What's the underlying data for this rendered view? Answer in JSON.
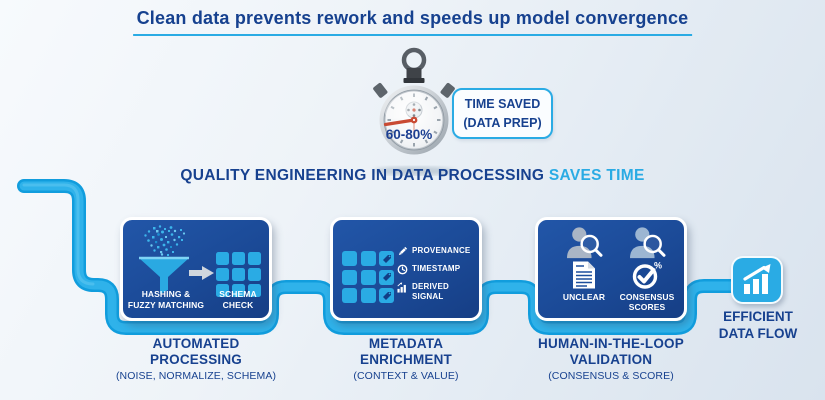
{
  "title": "Clean data prevents rework and speeds up model convergence",
  "subtitle": {
    "main": "QUALITY ENGINEERING IN DATA PROCESSING",
    "highlight": "SAVES TIME"
  },
  "stopwatch": {
    "value": "60-80%",
    "callout": "TIME SAVED\n(DATA PREP)"
  },
  "stages": [
    {
      "caption": "AUTOMATED\nPROCESSING",
      "subcaption": "(NOISE, NORMALIZE, SCHEMA)",
      "icon_labels": [
        "HASHING &\nFUZZY MATCHING",
        "SCHEMA\nCHECK"
      ]
    },
    {
      "caption": "METADATA\nENRICHMENT",
      "subcaption": "(CONTEXT & VALUE)",
      "items": [
        "PROVENANCE",
        "TIMESTAMP",
        "DERIVED\nSIGNAL"
      ]
    },
    {
      "caption": "HUMAN-IN-THE-LOOP\nVALIDATION",
      "subcaption": "(CONSENSUS & SCORE)",
      "icon_labels": [
        "UNCLEAR",
        "CONSENSUS\nSCORES"
      ],
      "score_symbol": "%"
    }
  ],
  "outcome": {
    "label": "EFFICIENT\nDATA FLOW"
  },
  "colors": {
    "accent": "#2aabe4",
    "navy": "#17418f",
    "box_blue": "#1b4a97",
    "needle_red": "#c94a33"
  }
}
